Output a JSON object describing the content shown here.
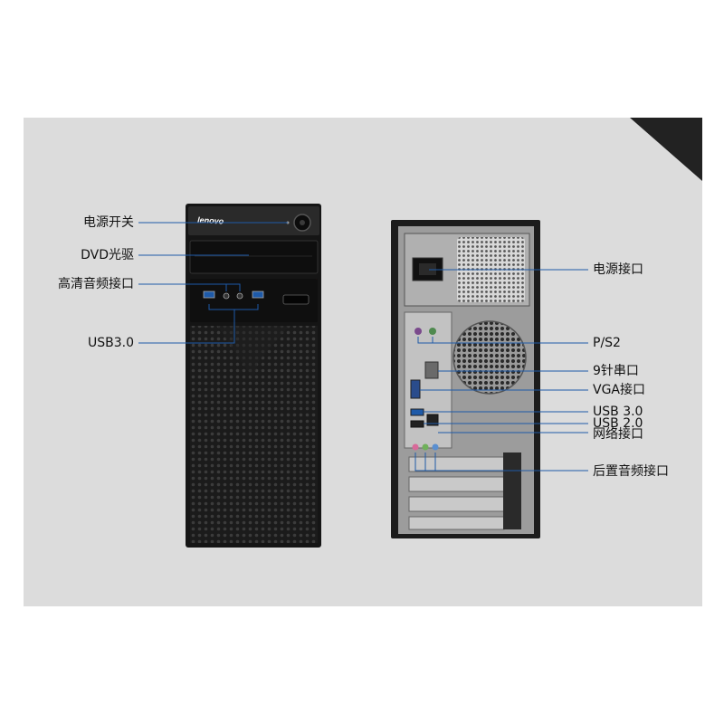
{
  "brand": "lenovo",
  "accent_color": "#1e5aa8",
  "front_labels": {
    "power_switch": "电源开关",
    "dvd_drive": "DVD光驱",
    "hd_audio": "高清音频接口",
    "usb30": "USB3.0"
  },
  "rear_labels": {
    "power_connector": "电源接口",
    "ps2": "P/S2",
    "serial9": "9针串口",
    "vga": "VGA接口",
    "usb30": "USB 3.0",
    "usb20": "USB 2.0",
    "network": "网络接口",
    "rear_audio": "后置音频接口"
  }
}
